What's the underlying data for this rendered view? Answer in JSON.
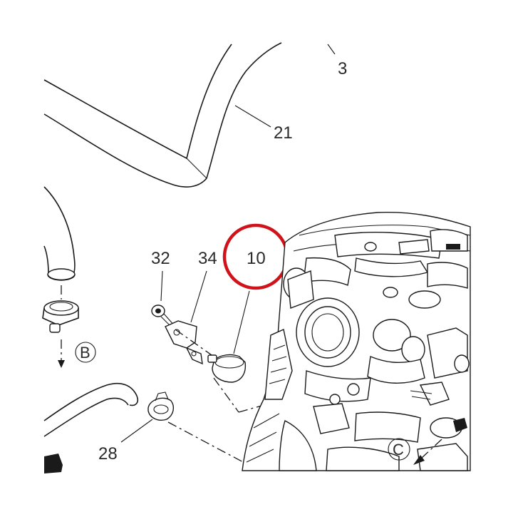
{
  "callouts": {
    "part_3": "3",
    "part_21": "21",
    "part_32": "32",
    "part_34": "34",
    "part_10": "10",
    "part_28": "28",
    "ref_b": "B",
    "ref_c": "C"
  },
  "highlight": {
    "target": "10",
    "color": "#d0121b"
  }
}
